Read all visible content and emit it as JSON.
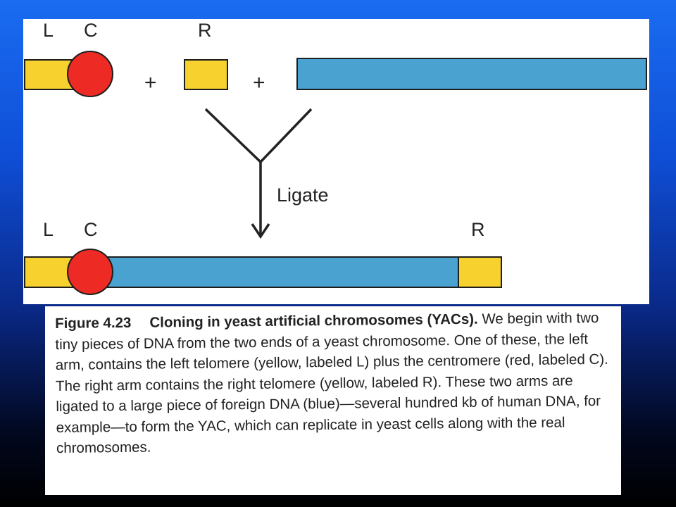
{
  "diagram": {
    "top_left_label": "L",
    "top_centromere_label": "C",
    "top_right_label": "R",
    "plus_1": "+",
    "plus_2": "+",
    "ligate_label": "Ligate",
    "bottom_left_label": "L",
    "bottom_centromere_label": "C",
    "bottom_right_label": "R",
    "colors": {
      "telomere": "#f7d12e",
      "centromere": "#ee2a24",
      "foreign_dna": "#4aa2d1",
      "outline": "#1e1e1e"
    }
  },
  "caption": {
    "figure_number": "Figure 4.23",
    "title": "Cloning in yeast artificial chromosomes (YACs).",
    "body": "We begin with two tiny pieces of DNA from the two ends of a yeast chromosome. One of these, the left arm, contains the left telomere (yellow, labeled L) plus the centromere (red, labeled C). The right arm contains the right telomere (yellow, labeled R). These two arms are ligated to a large piece of foreign DNA (blue)—several hundred kb of human DNA, for example—to form the YAC, which can replicate in yeast cells along with the real chromosomes."
  }
}
